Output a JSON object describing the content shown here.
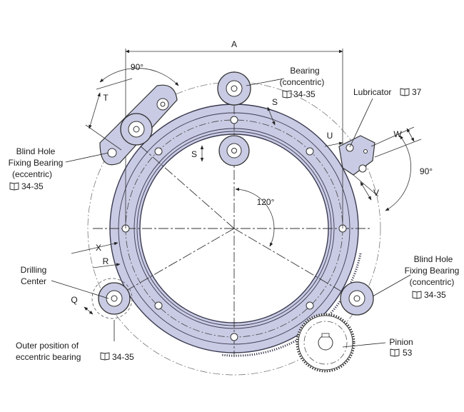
{
  "labels": {
    "bearing_concentric_top": [
      "Bearing",
      "(concentric)"
    ],
    "bearing_concentric_top_ref": "34-35",
    "lubricator": "Lubricator",
    "lubricator_ref": "37",
    "blind_hole_eccentric": [
      "Blind Hole",
      "Fixing Bearing",
      "(eccentric)"
    ],
    "blind_hole_eccentric_ref": "34-35",
    "drilling_center": [
      "Drilling",
      "Center"
    ],
    "outer_position": [
      "Outer position of",
      "eccentric bearing"
    ],
    "outer_position_ref": "34-35",
    "blind_hole_concentric": [
      "Blind Hole",
      "Fixing Bearing",
      "(concentric)"
    ],
    "blind_hole_concentric_ref": "34-35",
    "pinion": "Pinion",
    "pinion_ref": "53"
  },
  "dimensions": {
    "A": "A",
    "T": "T",
    "S_top": "S",
    "S_inner": "S",
    "U": "U",
    "W": "W",
    "V": "V",
    "X": "X",
    "R": "R",
    "Q": "Q",
    "angle_top": "90°",
    "angle_right": "90°",
    "angle_center": "120°"
  }
}
